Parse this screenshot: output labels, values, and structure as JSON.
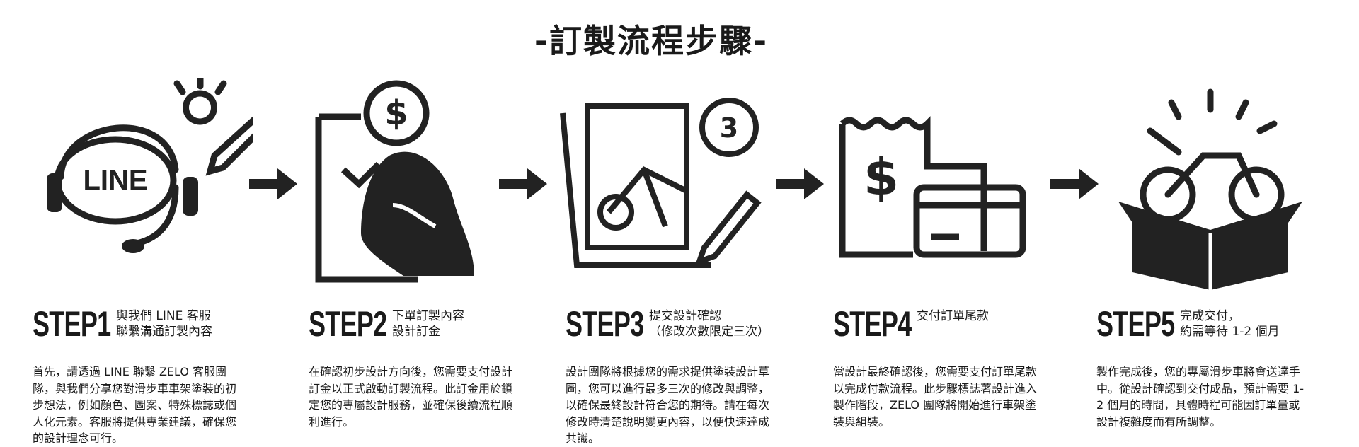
{
  "title": "-訂製流程步驟-",
  "steps": [
    {
      "label": "STEP1",
      "subtitle": "與我們 LINE 客服\n聯繫溝通訂製內容",
      "body": "首先，請透過 LINE 聯繫 ZELO 客服團隊，與我們分享您對滑步車車架塗裝的初步想法，例如顏色、圖案、特殊標誌或個人化元素。客服將提供專業建議，確保您的設計理念可行。",
      "icon_text": "LINE"
    },
    {
      "label": "STEP2",
      "subtitle": "下單訂製內容\n設計訂金",
      "body": "在確認初步設計方向後，您需要支付設計訂金以正式啟動訂製流程。此訂金用於鎖定您的專屬設計服務，並確保後續流程順利進行。",
      "icon_text": "$"
    },
    {
      "label": "STEP3",
      "subtitle": "提交設計確認\n（修改次數限定三次）",
      "body": "設計團隊將根據您的需求提供塗裝設計草圖，您可以進行最多三次的修改與調整，以確保最終設計符合您的期待。請在每次修改時清楚說明變更內容，以便快速達成共識。",
      "icon_text": "3"
    },
    {
      "label": "STEP4",
      "subtitle": "交付訂單尾款",
      "body": "當設計最終確認後，您需要支付訂單尾款以完成付款流程。此步驟標誌著設計進入製作階段，ZELO 團隊將開始進行車架塗裝與組裝。",
      "icon_text": "$"
    },
    {
      "label": "STEP5",
      "subtitle": "完成交付，\n約需等待 1-2 個月",
      "body": "製作完成後，您的專屬滑步車將會送達手中。從設計確認到交付成品，預計需要 1-2 個月的時間，具體時程可能因訂單量或設計複雜度而有所調整。"
    }
  ]
}
